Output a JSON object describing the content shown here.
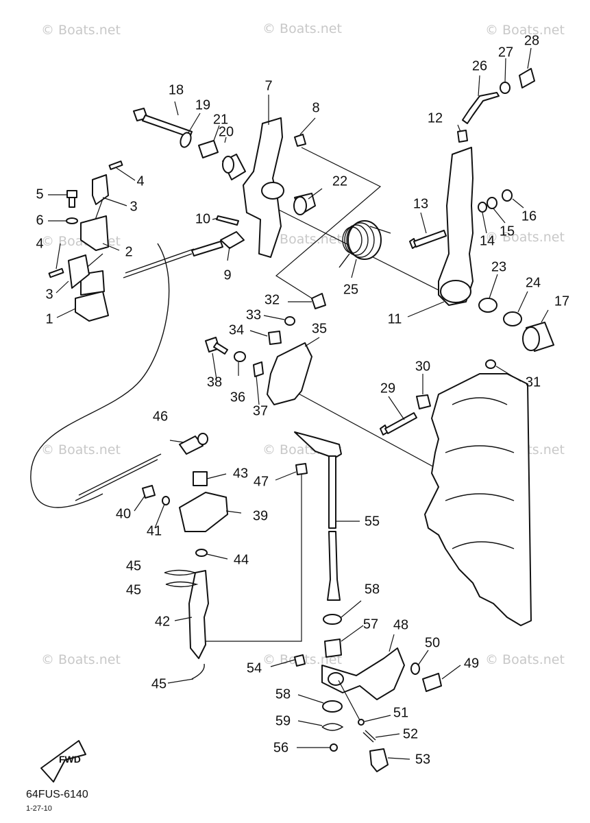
{
  "watermark": "© Boats.net",
  "diagram_code": "64FUS-6140",
  "date_code": "1-27-10",
  "fwd_label": "FWD",
  "callouts": {
    "c1": "1",
    "c2": "2",
    "c3a": "3",
    "c3b": "3",
    "c4a": "4",
    "c4b": "4",
    "c5": "5",
    "c6": "6",
    "c7": "7",
    "c8": "8",
    "c9": "9",
    "c10": "10",
    "c11": "11",
    "c12": "12",
    "c13": "13",
    "c14": "14",
    "c15": "15",
    "c16": "16",
    "c17": "17",
    "c18": "18",
    "c19": "19",
    "c20": "20",
    "c21": "21",
    "c22": "22",
    "c23": "23",
    "c24": "24",
    "c25": "25",
    "c26": "26",
    "c27": "27",
    "c28": "28",
    "c29": "29",
    "c30": "30",
    "c31": "31",
    "c32": "32",
    "c33": "33",
    "c34": "34",
    "c35": "35",
    "c36": "36",
    "c37": "37",
    "c38": "38",
    "c39": "39",
    "c40": "40",
    "c41": "41",
    "c42": "42",
    "c43": "43",
    "c44": "44",
    "c45a": "45",
    "c45b": "45",
    "c45c": "45",
    "c46": "46",
    "c47": "47",
    "c48": "48",
    "c49": "49",
    "c50": "50",
    "c51": "51",
    "c52": "52",
    "c53": "53",
    "c54": "54",
    "c55": "55",
    "c56": "56",
    "c57": "57",
    "c58a": "58",
    "c58b": "58",
    "c59": "59"
  }
}
